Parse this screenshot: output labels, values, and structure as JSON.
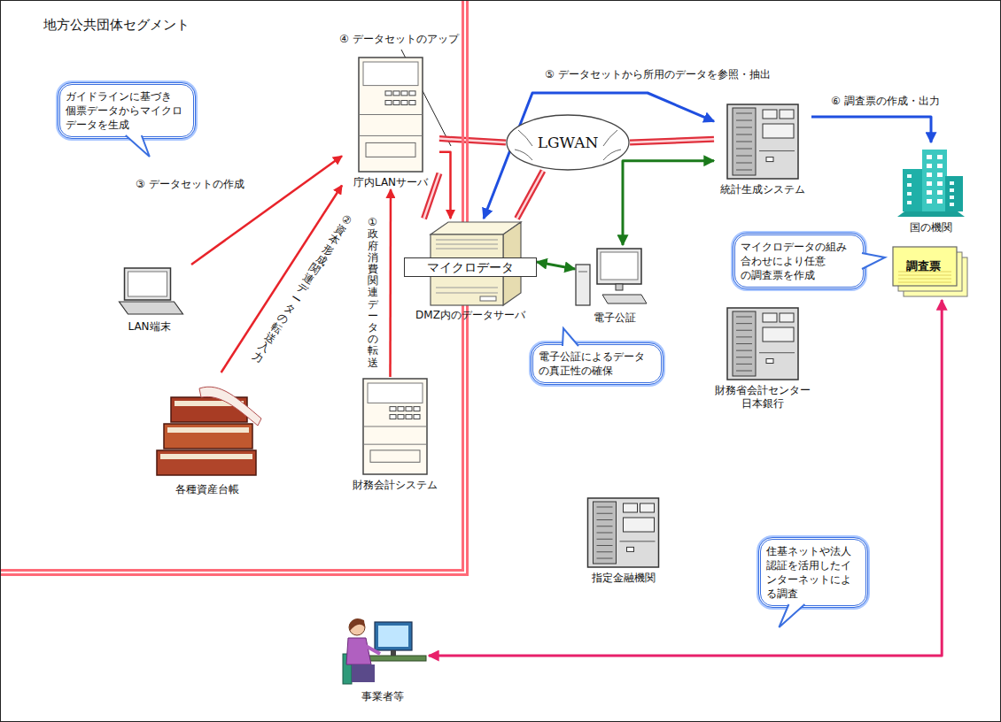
{
  "diagram": {
    "nodes": [
      {
        "text": [
          "地方公共団体セグメント"
        ]
      },
      {
        "text": [
          "庁内LANサーバ"
        ],
        "in": 0
      },
      {
        "text": [
          "ガイドラインに基づき 個票データからマイクロ データを生成"
        ],
        "in": 0
      },
      {
        "text": [
          "LAN端末"
        ],
        "in": 0
      },
      {
        "text": [
          "各種資産台帳"
        ],
        "in": 0
      },
      {
        "text": [
          "財務会計システム"
        ],
        "in": 0
      },
      {
        "text": [
          "LGWAN"
        ]
      },
      {
        "text": [
          "マイクロデータ",
          "DMZ内のデータサーバ"
        ]
      },
      {
        "text": [
          "電子公証"
        ]
      },
      {
        "text": [
          "電子公証によるデータ の真正性の確保"
        ]
      },
      {
        "text": [
          "統計生成システム"
        ]
      },
      {
        "text": [
          "国の機関"
        ]
      },
      {
        "text": [
          "マイクロデータの組み 合わせにより任意 の調査票を作成"
        ]
      },
      {
        "text": [
          "調査票"
        ]
      },
      {
        "text": [
          "財務省会計センター 日本銀行"
        ]
      },
      {
        "text": [
          "指定金融機関"
        ]
      },
      {
        "text": [
          "住基ネットや法人 認証を活用したイ ンターネットによ る調査"
        ]
      },
      {
        "text": [
          "事業者等"
        ]
      }
    ],
    "edges": [
      {
        "from": 3,
        "to": 1,
        "arrow": "to",
        "label": "③ データセットの作成"
      },
      {
        "from": 4,
        "to": 1,
        "arrow": "to",
        "label": "② 資本形成関連データの転送入力"
      },
      {
        "from": 5,
        "to": 1,
        "arrow": "to",
        "label": "① 政府消費関連データの転送"
      },
      {
        "from": 1,
        "to": 7,
        "arrow": "to",
        "label": "④ データセットのアップ"
      },
      {
        "from": 1,
        "to": 6,
        "arrow": "none"
      },
      {
        "from": 1,
        "to": 7,
        "arrow": "none"
      },
      {
        "from": 7,
        "to": 6,
        "arrow": "none"
      },
      {
        "from": 6,
        "to": 10,
        "arrow": "none"
      },
      {
        "from": 10,
        "to": 7,
        "arrow": "both",
        "label": "⑤ データセットから所用のデータを参照・抽出"
      },
      {
        "from": 10,
        "to": 11,
        "arrow": "to",
        "label": "⑥ 調査票の作成・出力"
      },
      {
        "from": 7,
        "to": 8,
        "arrow": "both"
      },
      {
        "from": 8,
        "to": 10,
        "arrow": "both"
      },
      {
        "from": 17,
        "to": 13,
        "arrow": "both"
      }
    ]
  }
}
